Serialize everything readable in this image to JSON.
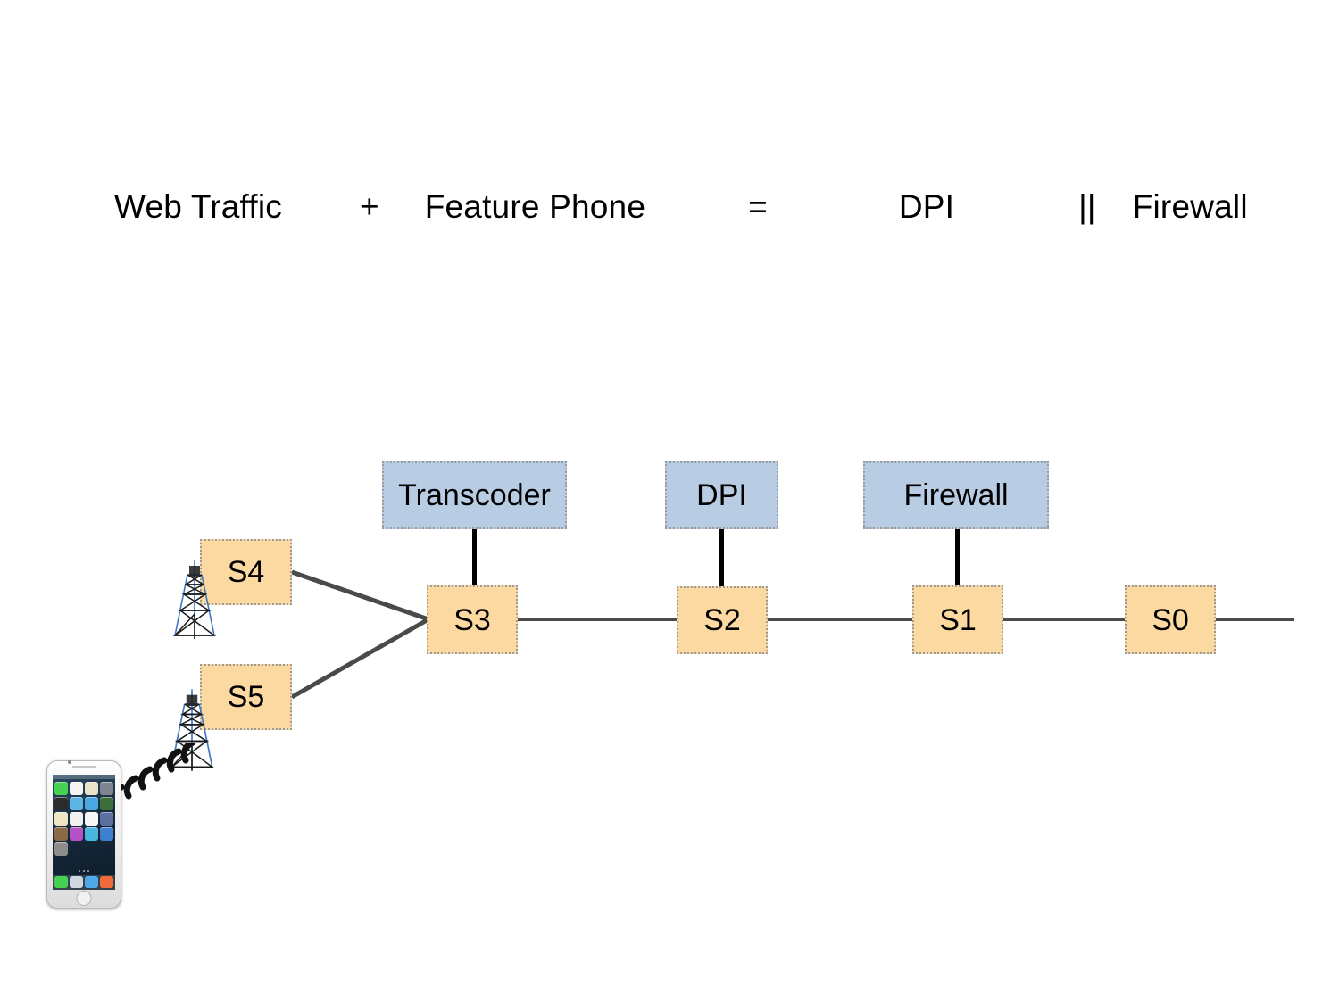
{
  "title": {
    "part1": "Web Traffic",
    "op1": "+",
    "part2": "Feature Phone",
    "op2": "=",
    "part3": "DPI",
    "op3": "||",
    "part4": "Firewall"
  },
  "service_boxes": [
    {
      "id": "transcoder",
      "label": "Transcoder",
      "color": "#b8cce4",
      "attached_to": "S3"
    },
    {
      "id": "dpi",
      "label": "DPI",
      "color": "#b8cce4",
      "attached_to": "S2"
    },
    {
      "id": "firewall",
      "label": "Firewall",
      "color": "#b8cce4",
      "attached_to": "S1"
    }
  ],
  "switches": [
    {
      "id": "s4",
      "label": "S4",
      "color": "#fbd9a0"
    },
    {
      "id": "s5",
      "label": "S5",
      "color": "#fbd9a0"
    },
    {
      "id": "s3",
      "label": "S3",
      "color": "#fbd9a0"
    },
    {
      "id": "s2",
      "label": "S2",
      "color": "#fbd9a0"
    },
    {
      "id": "s1",
      "label": "S1",
      "color": "#fbd9a0"
    },
    {
      "id": "s0",
      "label": "S0",
      "color": "#fbd9a0"
    }
  ],
  "icons": {
    "tower_upper": "cell-tower-icon",
    "tower_lower": "cell-tower-icon",
    "phone": "smartphone-icon",
    "waves": "wireless-signal-icon"
  },
  "colors": {
    "service_box_fill": "#b8cce4",
    "switch_box_fill": "#fbd9a0",
    "box_border": "#9a9a9a",
    "link_line": "#4a4a4a",
    "service_link_line": "#000000",
    "tower": "#3f76c4",
    "background": "#ffffff"
  },
  "topology": {
    "backbone": [
      "S3",
      "S2",
      "S1",
      "S0"
    ],
    "access": [
      "S4",
      "S5"
    ],
    "access_uplink_target": "S3"
  }
}
